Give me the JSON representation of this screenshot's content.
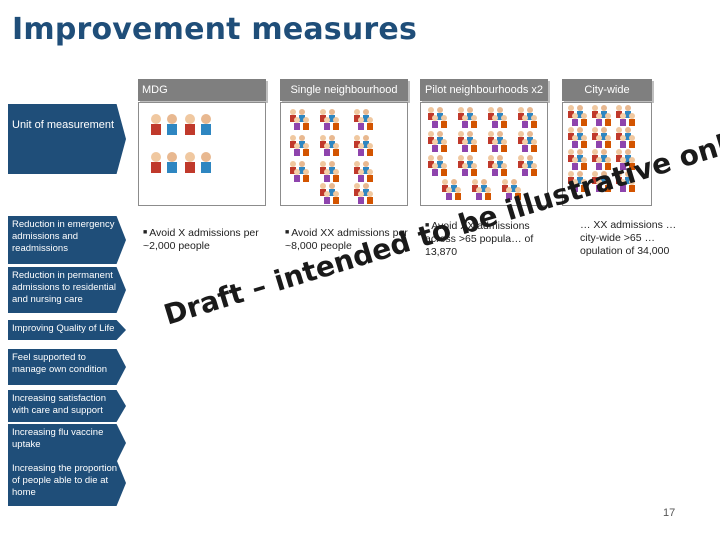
{
  "title": "Improvement measures",
  "columns": [
    {
      "label": "MDG"
    },
    {
      "label": "Single neighbourhood"
    },
    {
      "label": "Pilot neighbourhoods x2"
    },
    {
      "label": "City-wide"
    }
  ],
  "rows": [
    {
      "label": "Unit of measurement"
    },
    {
      "label": "Reduction in emergency admissions and readmissions"
    },
    {
      "label": "Reduction in permanent admissions to residential and nursing care"
    },
    {
      "label": "Improving Quality of Life"
    },
    {
      "label": "Feel supported to manage own condition"
    },
    {
      "label": "Increasing satisfaction with care and support"
    },
    {
      "label": "Increasing flu vaccine uptake"
    },
    {
      "label": "Increasing the proportion of people able to die at home"
    }
  ],
  "measures": {
    "mdg": "Avoid X admissions per ~2,000 people",
    "single": "Avoid XX admissions per ~8,000 people",
    "pilot": "Avoid XX admissions across >65 popula… of 13,870",
    "city": "… XX admissions … city-wide >65 … opulation of 34,000"
  },
  "watermark": "Draft – intended to be illustrative only",
  "page_number": "17",
  "colors": {
    "title": "#1f4e79",
    "arrow": "#1f4e79",
    "header": "#7f7f7f"
  }
}
